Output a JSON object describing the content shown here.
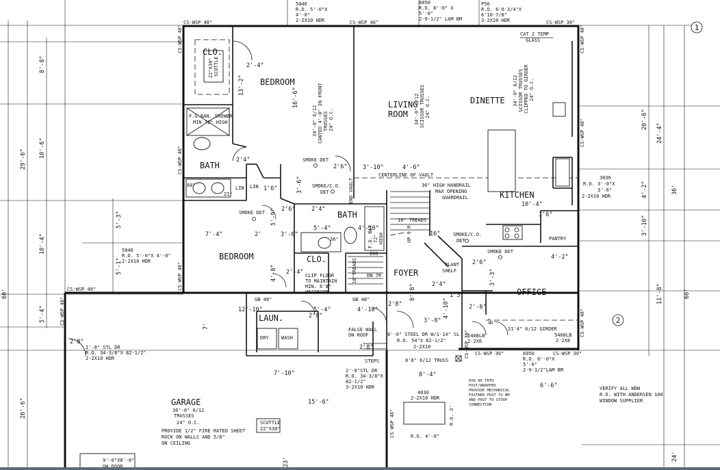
{
  "rooms": {
    "closet_top": "CLO.",
    "bedroom1": "BEDROOM",
    "living": "LIVING",
    "living2": "ROOM",
    "dinette": "DINETTE",
    "kitchen": "KITCHEN",
    "bath1": "BATH",
    "bath2": "BATH",
    "bedroom2": "BEDROOM",
    "closet2": "CLO.",
    "foyer": "FOYER",
    "office": "OFFICE",
    "laundry": "LAUN.",
    "garage": "GARAGE",
    "pantry": "PANTRY",
    "lin": "LIN",
    "lin2": "LIN",
    "dry": "DRY",
    "wash": "WASH"
  },
  "notes": {
    "hdr5040_top": [
      "5040",
      "R.O. 5'-0\"X",
      "4'-0\"",
      "2-2X10 HDR"
    ],
    "hdr8050_top": [
      "8050",
      "R.O. 8'-0\" X",
      "5'-0\"",
      "2-9-1/2\" LAM BM"
    ],
    "hdr_p56": [
      "P56",
      "R.O. 6'0-3/4\"X",
      "6'10-7/8\"",
      "3-2X10 HDR"
    ],
    "cat2": [
      "CAT 2 TEMP",
      "GLASS"
    ],
    "scuttle_top": [
      "22\"X30\"",
      "SCUTTLE"
    ],
    "shower": [
      "F.G.BAN. SHOWER",
      "MIN 72\" HIGH"
    ],
    "trusses_bedroom": [
      "34'-0\" 6/12",
      "CANTED 4'-0\" IN FRONT",
      "TRUSSES",
      "24\" O.C."
    ],
    "scissor_living": [
      "34'-0\" 6/12",
      "SCISSOR TRUSSES",
      "24\" O.C."
    ],
    "scissor_dinette": [
      "34'-0\" 6/12",
      "SCISSOR TRUSSES",
      "CLIPPED TO GIRDER",
      "24\" O.C."
    ],
    "smoke_det_1": "SMOKE DET",
    "smoke_co_1": [
      "SMOKE/C.O.",
      "DET"
    ],
    "smoke_det_2": "SMOKE DET",
    "smoke_co_2": [
      "SMOKE/C.O.",
      "DET"
    ],
    "smoke_det_3": "SMOKE DET",
    "centerline": "CENTERLINE OF VAULT",
    "end_vault": "END VAULT",
    "handrail": [
      "36\" HIGH HANDRAIL",
      "MAX OPENING",
      "GUARDRAIL"
    ],
    "treads_10a": "10\" TREADS",
    "up": "UP 9 R",
    "fg_bath": [
      "F.G. BAT",
      "72\"",
      "HIGH"
    ],
    "treads_10b": "10\"TREADS",
    "dn": "DN 7R",
    "clip_floor": [
      "CLIP FLOOR",
      "TO MAINTAIN",
      "MIN. 6'8\"",
      "HEADROOM"
    ],
    "plant_shelf": [
      "PLANT",
      "SHELF"
    ],
    "hdr3036": [
      "3036",
      "R.O. 3'-0\"X",
      "3'-6\"",
      "2-2X10 HDR"
    ],
    "hdr5040_left": [
      "5040",
      "R.O. 5'-0\"X 4'-0\"",
      "2-2X10 HDR"
    ],
    "stl_dr_left": [
      "2'-8\" STL DR",
      "R.O. 34-3/8\"X 82-1/2\"",
      "2-2X10 HDR"
    ],
    "false_wall": [
      "FALSE WALL",
      "ON ROOF"
    ],
    "steel_dr": [
      "8'-0\" STEEL DR W/1-14\" SL",
      "R.O. 54\"X 82-1/2\"",
      "2-2X10"
    ],
    "girder": "21'4\" 6/12 GIRDER",
    "lb5408a": [
      "5408LB",
      "2-2X6"
    ],
    "lb5408b": [
      "5408LB",
      "2-2X8"
    ],
    "truss_8_6": "8'8\" 6/12 TRUSS",
    "steps": "STEPS",
    "stl_dr_mid": [
      "2'-8\"STL DR",
      "R.O. 34-3/8\"X",
      "82-1/2\"",
      "3-2X10 HDR"
    ],
    "post": [
      "6X6 80 TRTD",
      "POST/WRAPPED",
      "PROVIDE MECHANICAL",
      "FASTNER POST TO BM",
      "AND POST TO STOOP",
      "CONNECTION"
    ],
    "hdr6050": [
      "6050",
      "R.O. 6'-0\"X",
      "5'-0\"",
      "2-9-1/2\"LAM BM"
    ],
    "verify": [
      "VERIFY ALL WDW",
      "R.O. WITH ANDERSEN 100",
      "WINDOW SUPPLIER"
    ],
    "hdr4630": [
      "4630",
      "2-2X10 HDR"
    ],
    "ro3": "R.O. 3'",
    "ro46": "R.O. 4'-6\"",
    "garage_trusses": [
      "36'-0\" 6/12",
      "TRUSSES",
      "24\" O.C."
    ],
    "fire_rated": [
      "PROVIDE 1/2\" FIRE RATED SHEET",
      "ROCK ON WALLS AND 5/8\"",
      "ON CEILING"
    ],
    "scuttle_garage": [
      "SCUTTLE",
      "22\"X30\""
    ],
    "ohdoor": [
      "9'-0\"X8'-0\"",
      "OH DOOR"
    ],
    "gb48a": "GB 48\"",
    "gb48b": "GB 48\"",
    "cs48_top1": "CS-WSP 48\"",
    "cs48_top2": "CS-WSP 48\"",
    "cs30_top": "CS-WSP 30\"",
    "cs48_left1": "CS-WSP 48\"",
    "cs48_left2": "CS-WSP 48\"",
    "cs48_left3": "CS-WSP 48\"",
    "cs48_right1": "CS-WSP 48\"",
    "cs48_right2": "CS-WSP 48\"",
    "cs48_right3": "CS-WSP 48\"",
    "cs48_garage": "CS-WSP 48\"",
    "cs48_garage_l": "CS-WSP 48\"",
    "cs30_b1": "CS-WSP 30\"",
    "cs30_b2": "CS-WSP 30\"",
    "cs48_b3": "CS-WSP 48\""
  },
  "grid_markers": [
    "1",
    "2"
  ],
  "dims": {
    "left_8_8": "8'-8\"",
    "left_29_6": "29'-6\"",
    "left_10_6": "10'-6\"",
    "left_60": "60'",
    "left_10_4": "10'-4\"",
    "left_5_3": "5'-3\"",
    "left_5_1": "5'-1\"",
    "left_5_4": "5'-4\"",
    "left_26_6": "26'-6\"",
    "right_20_6": "20'-6\"",
    "right_24_4": "24'-4\"",
    "right_36": "36'",
    "right_4_2": "4'-2\"",
    "right_3_10": "3'-10\"",
    "right_11_8": "11'-8\"",
    "right_60": "60'",
    "right_24": "24'",
    "d_2_4a": "2'-4\"",
    "d_13_2": "13'-2\"",
    "d_16_6": "16'-6\"",
    "d_2_4b": "2'4\"",
    "d_2_6": "2'6\"",
    "d_3_10": "3'-10\"",
    "d_4_6": "4'-6\"",
    "d_1_6": "1'6\"",
    "d_3_6": "3'-6\"",
    "d_2_6b": "2'6\"",
    "d_2_4c": "2'4\"",
    "d_5_4": "5'-4\"",
    "d_4_10": "4'-10\"",
    "d_7_4": "7'-4\"",
    "d_2": "2'",
    "d_3_6b": "3'-6\"",
    "d_5_9": "5'-9\"",
    "d_4_8": "4'-8\"",
    "d_2_4d": "2'-4\"",
    "d_16": "16\"",
    "d_10_4": "10'-4\"",
    "d_1_6b": "1'6\"",
    "d_4_2": "4'-2\"",
    "d_3_3": "3'-3\"",
    "d_2_6c": "2'6\"",
    "d_2_4e": "2'4\"",
    "d_8_8": "8'-8\"",
    "d_4_10b": "4'-10\"",
    "d_12_10": "12'-10\"",
    "d_5_4b": "5'-4\"",
    "d_4_10c": "4'-10\"",
    "d_2_8a": "2'8\"",
    "d_2_8b": "2'8\"",
    "d_2_8c": "2'8\"",
    "d_3_0": "3'-0\"",
    "d_7": "7'",
    "d_2_6d": "2'-6\"",
    "d_6": "6'",
    "d_2_8d": "2'8\"",
    "d_7_10": "7'-10\"",
    "d_8_4": "8'-4\"",
    "d_15_6": "15'-6\"",
    "d_6_6": "6'-6\"",
    "d_23": "23'",
    "d_60b": "60\"",
    "d_21": "21\"",
    "d_36": "36\"",
    "d_2x6": "2X6",
    "d_1_3": "1'3\""
  }
}
